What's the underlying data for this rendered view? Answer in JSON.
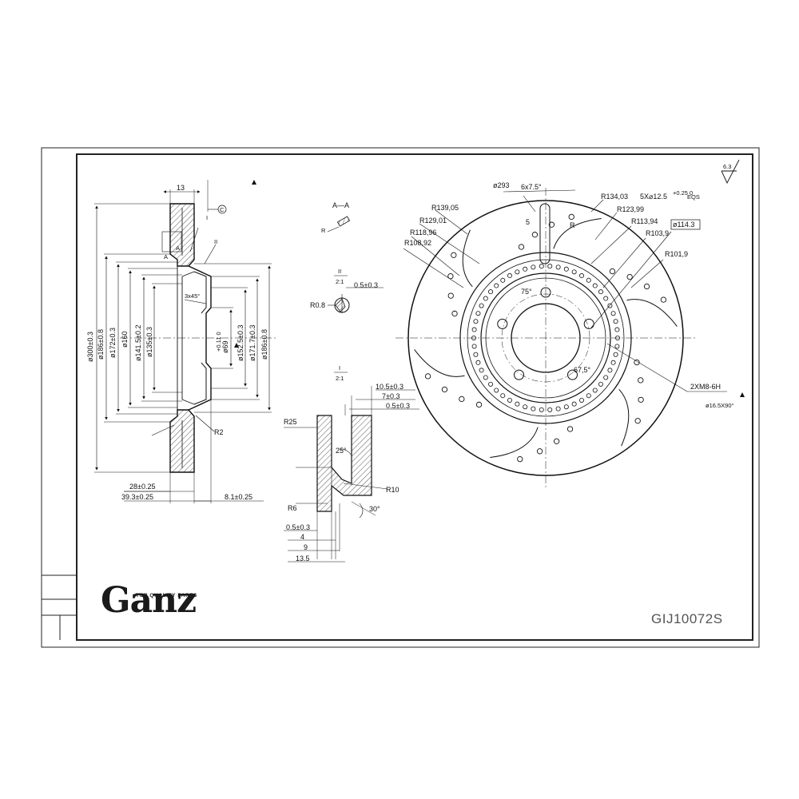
{
  "brand": {
    "name": "Ganz",
    "tagline": "TOP QUALITY PARTS"
  },
  "part_number": "GIJ10072S",
  "roughness": "6.3",
  "section_view": {
    "dims": {
      "thickness": "13",
      "ref_c": "C",
      "ref_i": "I",
      "ref_ii": "II",
      "section_a": "A",
      "chamfer": "3x45°",
      "r2": "R2",
      "d300": "ø300±0.3",
      "d186": "ø186±0.8",
      "d172": "ø172±0.3",
      "d160": "ø160",
      "d141": "ø141.5±0.2",
      "d135": "ø135±0.3",
      "d69": "ø69",
      "d69_tol": "+0.11 0",
      "d152": "ø152.5±0.3",
      "d171": "ø171.7±0.3",
      "d186b": "ø186±0.8",
      "h28": "28±0.25",
      "h39": "39.3±0.25",
      "h8": "8.1±0.25"
    }
  },
  "detail_aa": {
    "title": "A—A",
    "r_label": "R"
  },
  "detail_ii": {
    "title": "II",
    "scale": "2:1",
    "dim": "0.5±0.3",
    "radius": "R0.8"
  },
  "detail_i": {
    "title": "I",
    "scale": "2:1",
    "d1": "10.5±0.3",
    "d2": "7±0.3",
    "d3": "0.5±0.3",
    "r25": "R25",
    "angle25": "25°",
    "r10": "R10",
    "r6": "R6",
    "angle30": "30°",
    "b1": "0.5±0.3",
    "b2": "4",
    "b3": "9",
    "b4": "13.5"
  },
  "front_view": {
    "dims": {
      "d293": "ø293",
      "slots": "6x7.5°",
      "r139": "R139,05",
      "r129": "R129,01",
      "r118": "R118,96",
      "r108": "R108,92",
      "r134": "R134,03",
      "r123": "R123,99",
      "r113": "R113,94",
      "r103": "R103,9",
      "r101": "R101,9",
      "holes": "5X⌀12.5",
      "holes_tol": "+0.25 0",
      "eqs": "EQS",
      "d114": "ø114.3",
      "five": "5",
      "r_lbl": "R",
      "a75": "75°",
      "a67": "67,5°",
      "thread": "2XM8-6H",
      "csink": "ø16.5X90°"
    }
  }
}
